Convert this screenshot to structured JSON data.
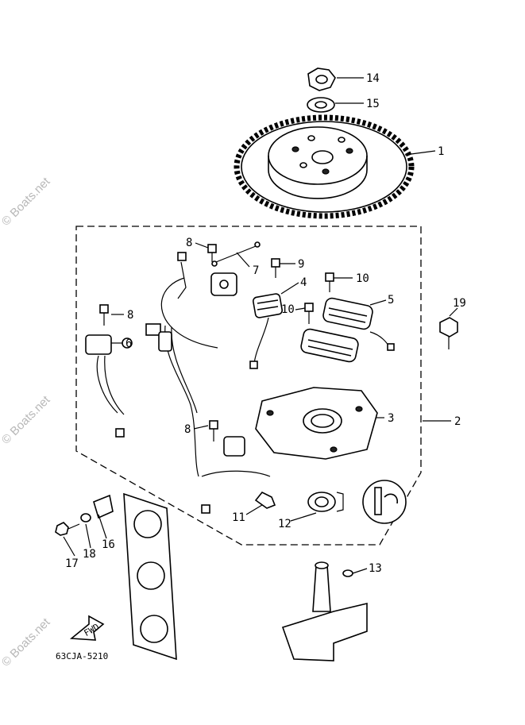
{
  "diagram_code": "63CJA-5210",
  "fwd_label": "FWD",
  "watermark": "© Boats.net",
  "callouts": [
    "1",
    "2",
    "3",
    "4",
    "5",
    "6",
    "7",
    "8",
    "9",
    "10",
    "11",
    "12",
    "13",
    "14",
    "15",
    "16",
    "17",
    "18",
    "19"
  ]
}
